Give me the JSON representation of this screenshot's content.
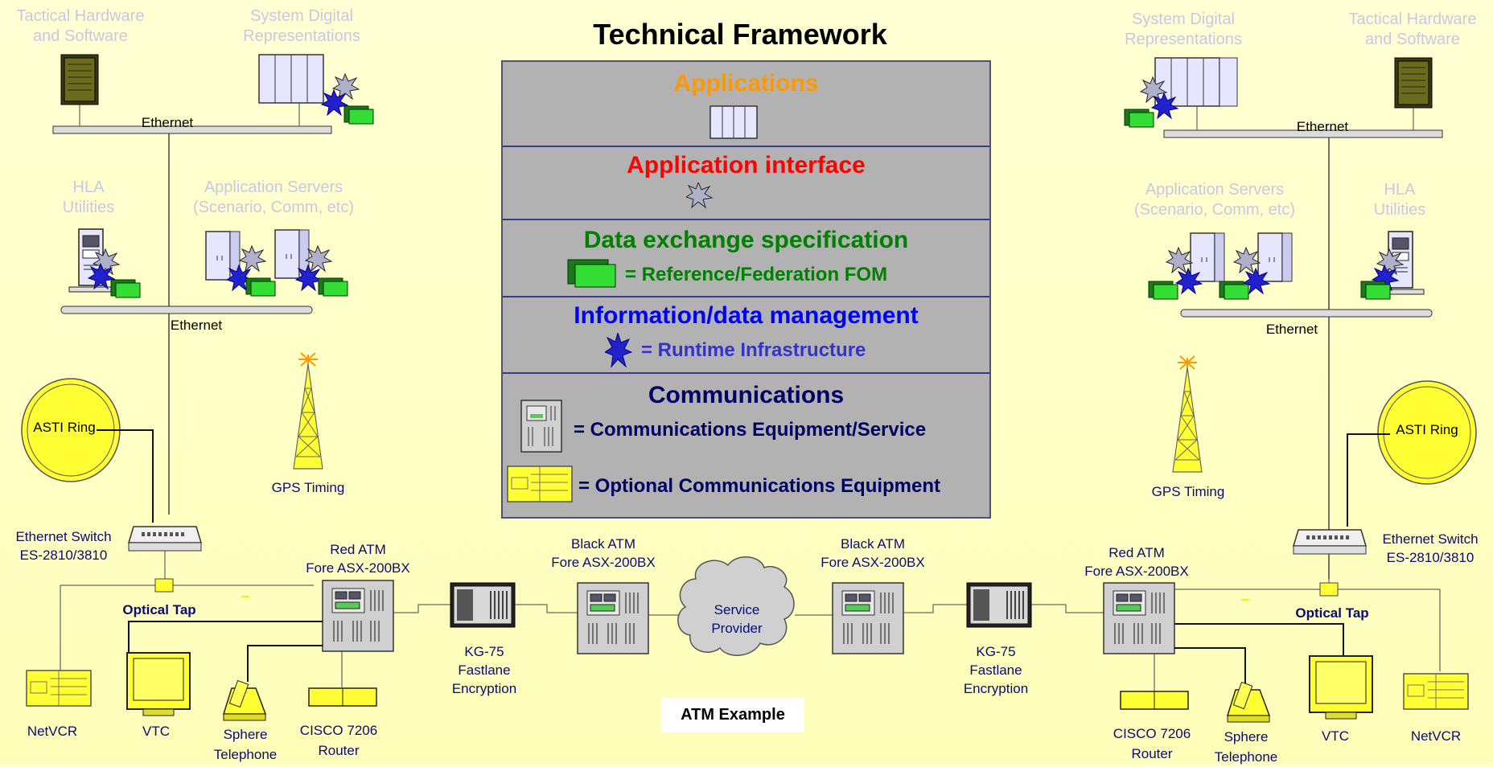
{
  "title": "Technical Framework",
  "framework": {
    "applications": "Applications",
    "application_interface": "Application interface",
    "data_exchange": "Data exchange specification",
    "data_exchange_legend": "= Reference/Federation FOM",
    "info_mgmt": "Information/data management",
    "info_mgmt_legend": "= Runtime Infrastructure",
    "communications": "Communications",
    "comm_legend": "= Communications Equipment/Service",
    "optional_legend": "= Optional Communications Equipment"
  },
  "left_site": {
    "tactical": [
      "Tactical Hardware",
      "and Software"
    ],
    "system_digital": [
      "System Digital",
      "Representations"
    ],
    "ethernet_top": "Ethernet",
    "hla": [
      "HLA",
      "Utilities"
    ],
    "app_servers": [
      "Application Servers",
      "(Scenario, Comm, etc)"
    ],
    "ethernet_mid": "Ethernet",
    "asti_ring": "ASTI Ring",
    "gps": "GPS Timing",
    "eth_switch": [
      "Ethernet Switch",
      "ES-2810/3810"
    ],
    "optical_tap": "Optical Tap",
    "red_atm": [
      "Red ATM",
      "Fore ASX-200BX"
    ],
    "kg75": [
      "KG-75",
      "Fastlane",
      "Encryption"
    ],
    "netvcr": "NetVCR",
    "vtc": "VTC",
    "sphere": [
      "Sphere",
      "Telephone"
    ],
    "cisco": [
      "CISCO 7206",
      "Router"
    ]
  },
  "center": {
    "black_atm_left": [
      "Black ATM",
      "Fore ASX-200BX"
    ],
    "black_atm_right": [
      "Black ATM",
      "Fore ASX-200BX"
    ],
    "service_provider": [
      "Service",
      "Provider"
    ],
    "atm_example": "ATM Example"
  },
  "right_site": {
    "system_digital": [
      "System Digital",
      "Representations"
    ],
    "tactical": [
      "Tactical Hardware",
      "and Software"
    ],
    "ethernet_top": "Ethernet",
    "app_servers": [
      "Application Servers",
      "(Scenario, Comm, etc)"
    ],
    "hla": [
      "HLA",
      "Utilities"
    ],
    "ethernet_mid": "Ethernet",
    "gps": "GPS Timing",
    "asti_ring": "ASTI Ring",
    "eth_switch": [
      "Ethernet Switch",
      "ES-2810/3810"
    ],
    "optical_tap": "Optical Tap",
    "red_atm": [
      "Red ATM",
      "Fore ASX-200BX"
    ],
    "kg75": [
      "KG-75",
      "Fastlane",
      "Encryption"
    ],
    "cisco": [
      "CISCO 7206",
      "Router"
    ],
    "sphere": [
      "Sphere",
      "Telephone"
    ],
    "vtc": "VTC",
    "netvcr": "NetVCR"
  },
  "colors": {
    "applications": "#ff9900",
    "app_interface": "#ff0000",
    "data_exchange": "#008000",
    "info_mgmt": "#0000ff",
    "comm": "#000066",
    "panel": "#b2b2b2",
    "faint_label": "#c8c8e6"
  }
}
